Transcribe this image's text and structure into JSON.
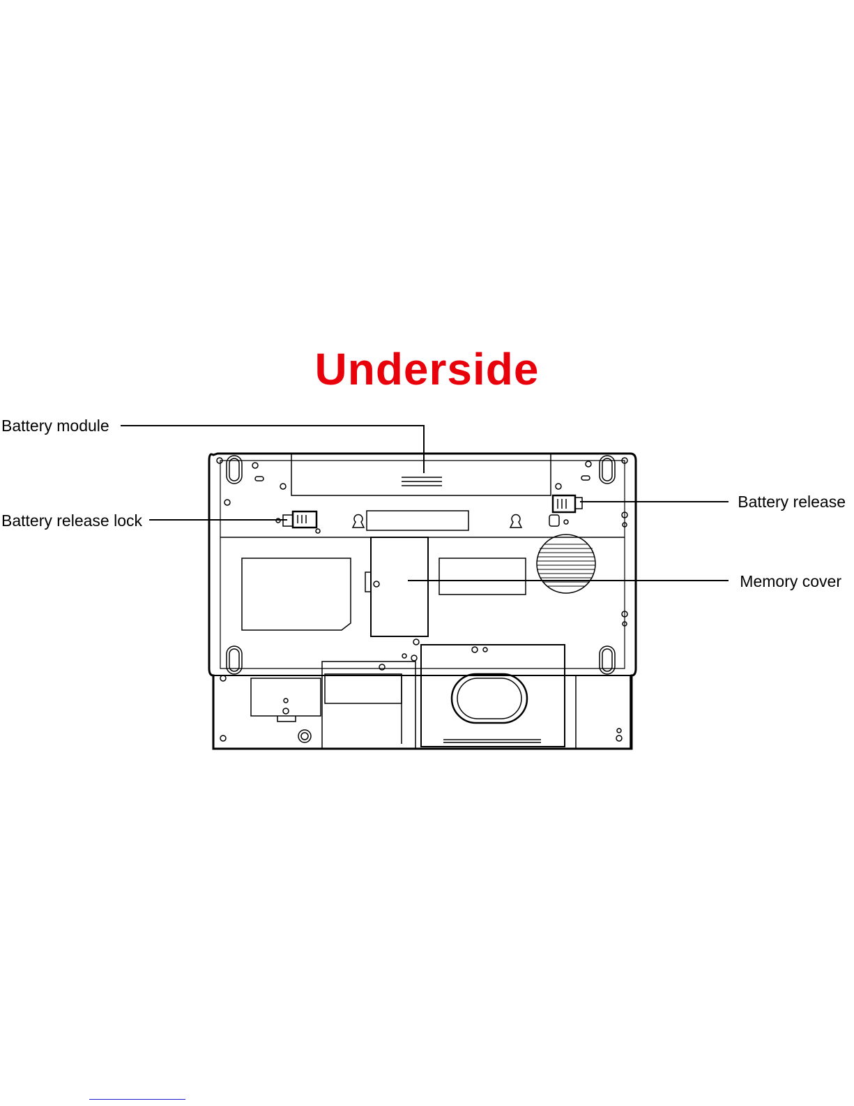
{
  "title": {
    "text": "Underside",
    "color": "#e8000b"
  },
  "callouts": {
    "battery_module": "Battery module",
    "battery_release_lock": "Battery release lock",
    "battery_release": "Battery release",
    "memory_cover": "Memory cover"
  },
  "colors": {
    "line": "#000000",
    "link": "#1a1acc"
  }
}
